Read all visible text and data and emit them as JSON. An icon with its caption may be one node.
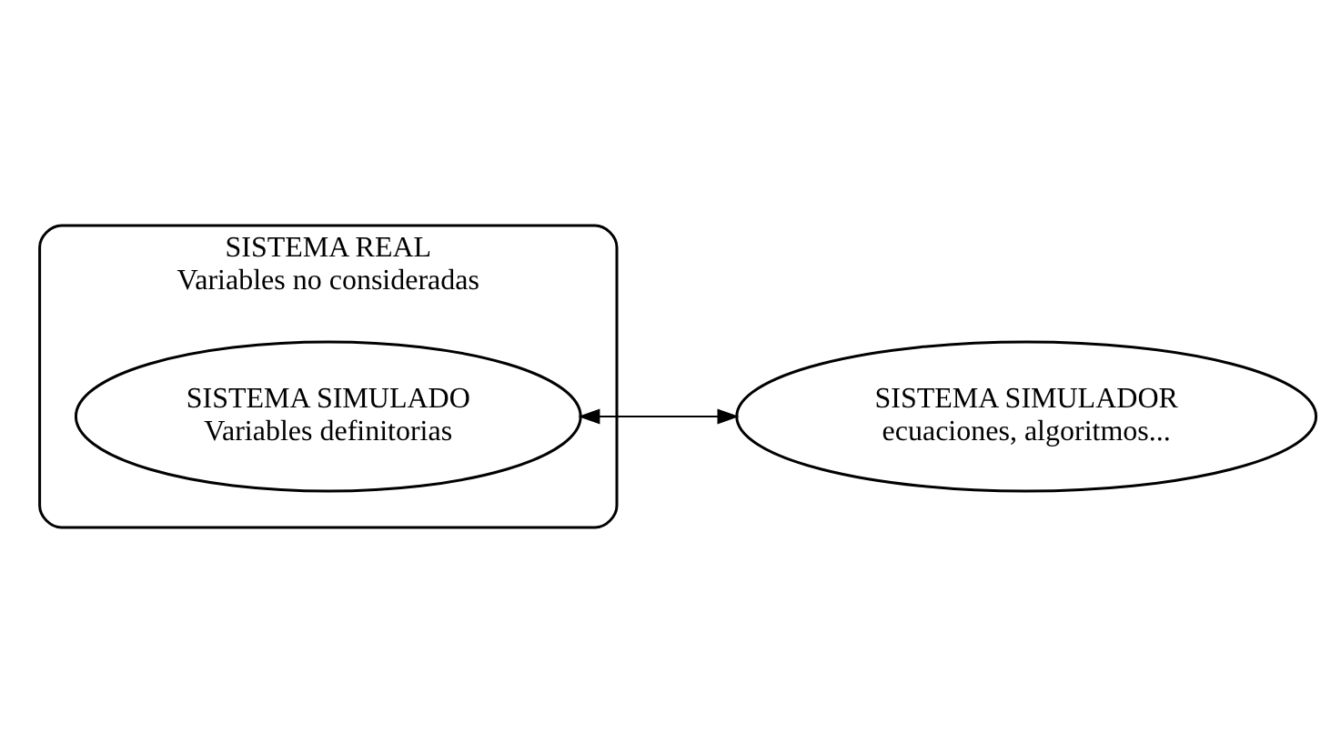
{
  "diagram": {
    "nodes": [
      {
        "text": [
          "SISTEMA REAL",
          "Variables no consideradas"
        ]
      },
      {
        "text": [
          "SISTEMA SIMULADO",
          "Variables definitorias"
        ],
        "in": 0
      },
      {
        "text": [
          "SISTEMA SIMULADOR",
          "ecuaciones, algoritmos..."
        ]
      }
    ],
    "edges": [
      {
        "from": 1,
        "to": 2,
        "arrow": "both"
      }
    ]
  }
}
